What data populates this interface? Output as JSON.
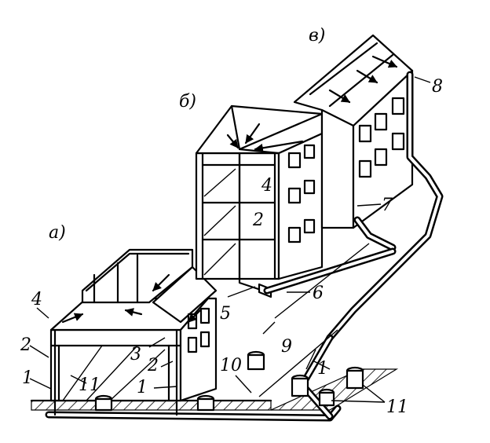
{
  "figure": {
    "sections": {
      "a": "а)",
      "b": "б)",
      "c": "в)"
    },
    "callouts": {
      "n1a": "1",
      "n1b": "1",
      "n1c": "1",
      "n2a": "2",
      "n2b": "2",
      "n2c": "2",
      "n3": "3",
      "n4a": "4",
      "n4b": "4",
      "n5": "5",
      "n6": "6",
      "n7": "7",
      "n8": "8",
      "n9": "9",
      "n10": "10",
      "n11a": "11",
      "n11b": "11"
    }
  },
  "colors": {
    "ink": "#000000",
    "paper": "#ffffff"
  }
}
